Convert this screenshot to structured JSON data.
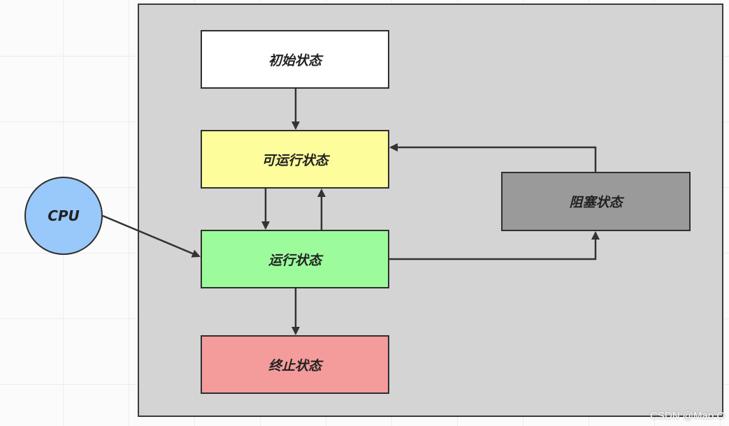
{
  "states": {
    "initial": {
      "label": "初始状态",
      "color": "#ffffff"
    },
    "runnable": {
      "label": "可运行状态",
      "color": "#fdfd9c"
    },
    "running": {
      "label": "运行状态",
      "color": "#9cfc9c"
    },
    "terminated": {
      "label": "终止状态",
      "color": "#f49b9b"
    },
    "blocked": {
      "label": "阻塞状态",
      "color": "#9a9a9a"
    }
  },
  "cpu": {
    "label": "CPU",
    "color": "#99c8fa"
  },
  "watermark": "CSDN @Mao.O",
  "colors": {
    "frame_bg": "#d4d4d4",
    "arrow": "#333333",
    "border": "#2f2f2f"
  }
}
